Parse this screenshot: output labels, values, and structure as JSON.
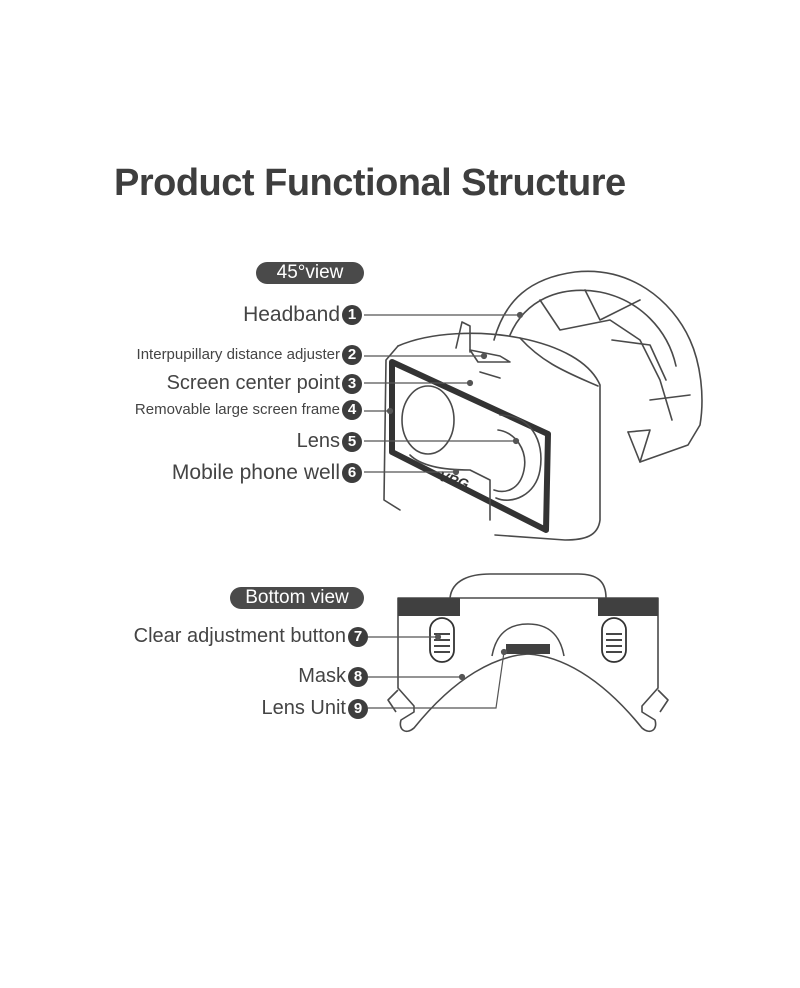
{
  "title": "Product Functional Structure",
  "views": {
    "side": "45°view",
    "bottom": "Bottom view"
  },
  "callouts": [
    {
      "num": "1",
      "label": "Headband"
    },
    {
      "num": "2",
      "label": "Interpupillary distance adjuster"
    },
    {
      "num": "3",
      "label": "Screen center point"
    },
    {
      "num": "4",
      "label": "Removable large screen frame"
    },
    {
      "num": "5",
      "label": "Lens"
    },
    {
      "num": "6",
      "label": "Mobile phone well"
    },
    {
      "num": "7",
      "label": "Clear adjustment button"
    },
    {
      "num": "8",
      "label": "Mask"
    },
    {
      "num": "9",
      "label": "Lens Unit"
    }
  ],
  "logo_text": "VRG"
}
